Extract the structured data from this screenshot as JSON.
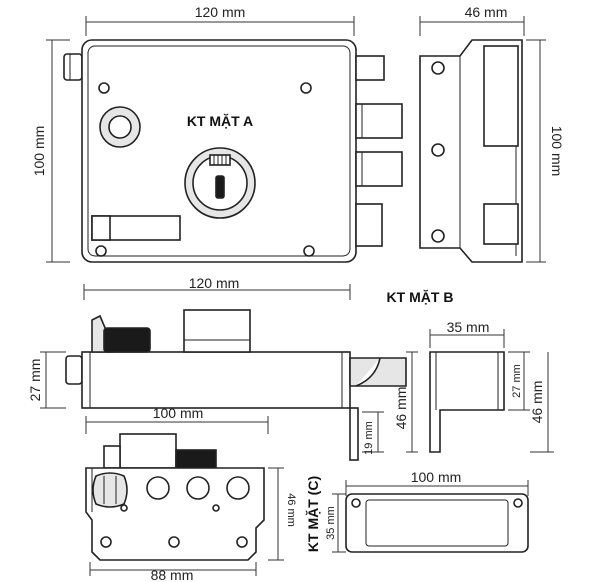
{
  "titles": {
    "face_a": "KT MẶT A",
    "face_b": "KT MẶT B",
    "face_c": "KT MẶT (C)"
  },
  "dimensions": {
    "front_width": "120 mm",
    "front_height": "100 mm",
    "side_width": "46 mm",
    "side_height": "100 mm",
    "top_width": "120 mm",
    "top_height": "27 mm",
    "top_depth": "46 mm",
    "top_small": "19 mm",
    "bracket_width": "35 mm",
    "bracket_height": "27 mm",
    "bracket_depth": "46 mm",
    "bottom_width": "100 mm",
    "bottom_depth": "46 mm",
    "bottom_base": "88 mm",
    "plate_width": "100 mm",
    "plate_height": "35 mm"
  }
}
